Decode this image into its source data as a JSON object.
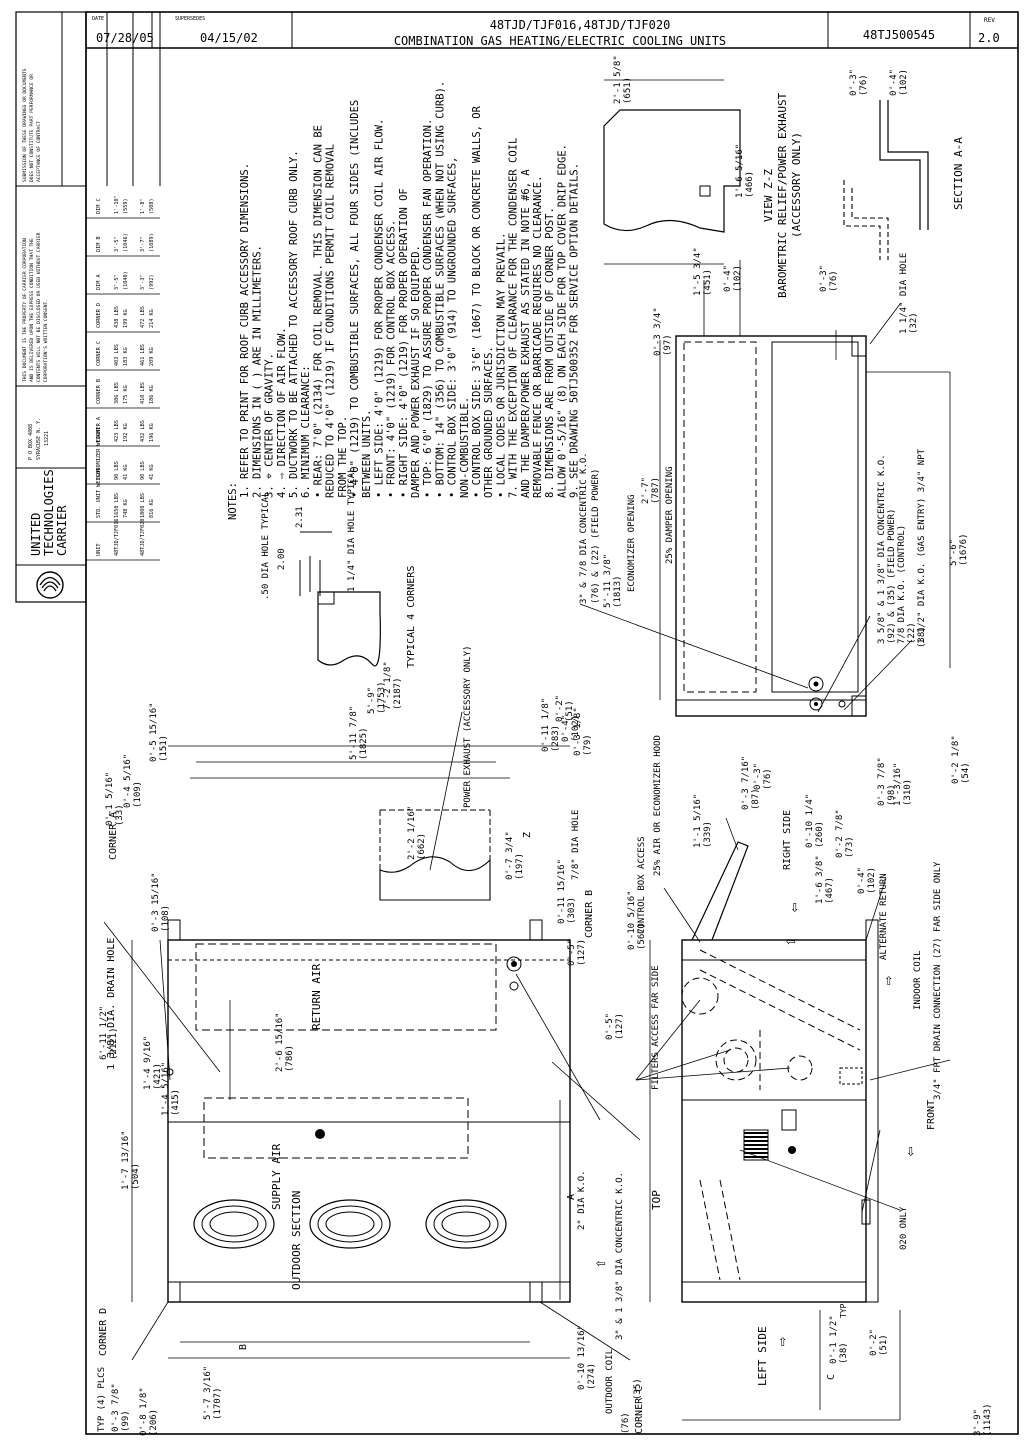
{
  "title_block": {
    "date_label": "DATE",
    "date": "07/28/05",
    "supersedes_label": "SUPERSEDES",
    "supersedes": "04/15/02",
    "model": "48TJD/TJF016,48TJD/TJF020",
    "description": "COMBINATION GAS HEATING/ELECTRIC COOLING UNITS",
    "drawing_no": "48TJ500545",
    "rev_label": "REV",
    "rev": "2.0"
  },
  "company": {
    "name_line1": "UNITED",
    "name_line2": "TECHNOLOGIES",
    "name_line3": "CARRIER",
    "address1": "P O BOX 4808",
    "address2": "SYRACUSE N. Y.",
    "address3": "13221",
    "notice1": [
      "THIS DOCUMENT IS THE PROPERTY OF CARRIER CORPORATION",
      "AND IS DELIVERED UPON THE EXPRESS CONDITION THAT THE",
      "CONTENTS WILL NOT BE DISCLOSED OR USED WITHOUT CARRIER",
      "CORPORATION'S WRITTEN CONSENT."
    ],
    "notice2": [
      "SUBMISSION OF THESE DRAWINGS OR DOCUMENTS",
      "DOES NOT CONSTITUTE PART PERFORMANCE OR",
      "ACCEPTANCE OF CONTRACT"
    ]
  },
  "weight_table": {
    "headers": [
      "UNIT",
      "STD. UNIT WEIGHT",
      "ECONOMIZER WEIGHT",
      "CORNER A",
      "CORNER B",
      "CORNER C",
      "CORNER D",
      "DIM A",
      "DIM B",
      "DIM C"
    ],
    "rows": [
      [
        "48TJD/TJF016",
        "1650 LBS / 748 KG",
        "90 LBS / 41 KG",
        "423 LBS / 192 KG",
        "386 LBS / 175 KG",
        "403 LBS / 183 KG",
        "438 LBS / 199 KG",
        "3'-5\" / (1040)",
        "3'-5\" / (1046)",
        "1'-10\" / (559)"
      ],
      [
        "48TJD/TJF020",
        "1800 LBS / 816 KG",
        "90 LBS / 41 KG",
        "432 LBS / 196 KG",
        "410 LBS / 186 KG",
        "461 LBS / 209 KG",
        "472 LBS / 214 KG",
        "3'-3\" / (992)",
        "3'-7\" / (1089)",
        "1'-8\" / (508)"
      ]
    ]
  },
  "notes": [
    "NOTES:",
    "1. REFER TO PRINT FOR ROOF CURB ACCESSORY DIMENSIONS.",
    "2. DIMENSIONS IN ( ) ARE IN MILLIMETERS.",
    "3. ⌖ CENTER OF GRAVITY.",
    "4. ⇨ DIRECTION OF AIR FLOW.",
    "5. DUCTWORK TO BE ATTACHED TO ACCESSORY ROOF CURB ONLY.",
    "6. MINIMUM CLEARANCE:",
    "• REAR: 7'0\" (2134) FOR COIL REMOVAL.  THIS DIMENSION CAN BE",
    "   REDUCED TO 4'0\" (1219) IF CONDITIONS PERMIT COIL REMOVAL",
    "   FROM THE TOP.",
    "• 4'0\" (1219) TO COMBUSTIBLE SURFACES, ALL FOUR SIDES (INCLUDES",
    "   BETWEEN UNITS.",
    "• LEFT SIDE: 4'0\" (1219) FOR PROPER CONDENSER COIL AIR FLOW.",
    "• FRONT: 4'0\" (1219) FOR CONTROL BOX ACCESS.",
    "• RIGHT SIDE: 4'0\" (1219) FOR PROPER OPERATION OF",
    "   DAMPER AND POWER EXHAUST IF SO EQUIPPED.",
    "• TOP: 6'0\" (1829) TO ASSURE PROPER CONDENSER FAN OPERATION.",
    "• BOTTOM: 14\" (356) TO COMBUSTIBLE SURFACES (WHEN NOT USING CURB).",
    "• CONTROL BOX SIDE: 3'0\" (914) TO UNGROUNDED SURFACES,",
    "   NON-COMBUSTIBLE.",
    "• CONTROL BOX SIDE: 3'6\" (1067) TO BLOCK OR CONCRETE WALLS, OR",
    "   OTHER GROUNDED SURFACES.",
    "• LOCAL CODES OR JURISDICTION MAY PREVAIL.",
    "7. WITH THE EXCEPTION OF CLEARANCE FOR THE CONDENSER COIL",
    "   AND THE DAMPER/POWER EXHAUST AS STATED IN NOTE #6, A",
    "   REMOVABLE FENCE OR BARRICADE REQUIRES NO CLEARANCE.",
    "8. DIMENSIONS ARE FROM OUTSIDE OF CORNER POST.",
    "   ALLOW 0'-5/16\" (8) ON EACH SIDE FOR TOP COVER DRIP EDGE.",
    "9. SEE DRAWING 50TJ500352 FOR SERVICE OPTION DETAILS."
  ],
  "top_view": {
    "dims": [
      "0'-5 15/16\"",
      "(151)",
      "0'-4 5/16\"",
      "(109)",
      "0'-1 5/16\"",
      "(33)",
      "0'-3 15/16\"",
      "(108)",
      "7'-2 1/8\"",
      "(2187)",
      "5'-11 7/8\"",
      "(1825)",
      "5'-9\"",
      "(1753)",
      "2'-2 1/16\"",
      "(662)",
      "0'-11 1/8\"",
      "(283)",
      "0'-7 3/4\"",
      "(197)",
      "0'-11 15/16\"",
      "(303)",
      "0'-5\"",
      "(127)",
      "0'-3 1/8\"",
      "(79)",
      "0'-4\"",
      "(102)",
      "6'-11 1/2\"",
      "(2121)",
      "1'-4 9/16\"",
      "(421)",
      "1'-4 5/16\"",
      "(415)",
      "1'-7 13/16\"",
      "(504)",
      "2'-6 15/16\"",
      "(786)",
      "0'-5\"",
      "(127)",
      "5'-7 3/16\"",
      "(1707)",
      "0'-10 13/16\"",
      "(274)",
      "0'-8 1/8\"",
      "(206)",
      "0'-3 7/8\"",
      "(99)"
    ],
    "labels": {
      "corner_a": "CORNER A",
      "corner_b": "CORNER B",
      "corner_c": "CORNER C",
      "corner_d": "CORNER D",
      "drain_hole": "1 3/8\" DIA. DRAIN HOLE",
      "return_air": "RETURN AIR",
      "supply_air": "SUPPLY AIR",
      "outdoor_section": "OUTDOOR SECTION",
      "power_exhaust": "POWER EXHAUST (ACCESSORY ONLY)",
      "hole_78": "7/8\" DIA HOLE",
      "ko_2": "2\" DIA K.O.",
      "ko_concentric": "3\" & 1 3/8\" DIA CONCENTRIC K.O.",
      "ko_76": "(76)",
      "ko_35": "(35)",
      "outdoor_coil": "OUTDOOR COIL",
      "typ_plcs": "TYP (4) PLCS",
      "top": "TOP",
      "dim_a": "A",
      "dim_b": "B",
      "dim_z": "Z"
    }
  },
  "corner_detail": {
    "hole_50": ".50 DIA HOLE TYPICAL",
    "hole_114": "1 1/4\" DIA HOLE TYPICAL",
    "dim_200": "2.00",
    "dim_231": "2.31",
    "caption": "TYPICAL 4 CORNERS"
  },
  "left_view": {
    "dims": [
      "0'-10 5/16\"",
      "(567)",
      "1'-1 5/16\"",
      "(339)",
      "0'-3 7/16\"",
      "(87)",
      "0'-3\"",
      "(76)",
      "0'-10 1/4\"",
      "(260)",
      "1'-6 3/8\"",
      "(467)",
      "0'-2 7/8\"",
      "(73)",
      "0'-3 7/8\"",
      "(98)",
      "1'-3/16\"",
      "(310)",
      "0'-4\"",
      "(102)",
      "0'-2 1/8\"",
      "(54)",
      "0'-1 1/2\"",
      "(38)",
      "0'-2\"",
      "(51)",
      "3'-9\"",
      "(1143)"
    ],
    "labels": {
      "control_box": "CONTROL BOX ACCESS",
      "hood": "25% AIR OR ECONOMIZER HOOD",
      "right_side": "RIGHT SIDE",
      "alternate_return": "ALTERNATE RETURN",
      "indoor_coil": "INDOOR COIL",
      "drain_conn": "3/4\" FPT DRAIN CONNECTION (27) FAR SIDE ONLY",
      "filters": "FILTERS ACCESS FAR SIDE",
      "front": "FRONT",
      "only_020": "020 ONLY",
      "left_side": "LEFT SIDE",
      "typ": "TYP",
      "c": "C"
    }
  },
  "right_view": {
    "dims": [
      "0'-2\"",
      "(51)",
      "5'-11 3/8\"",
      "(1813)",
      "2'-7\"",
      "(787)",
      "0'-3 3/4\"",
      "(97)",
      "1'-5 3/4\"",
      "(451)",
      "0'-4\"",
      "(102)",
      "5'-6\"",
      "(1676)",
      "(38)"
    ],
    "labels": {
      "ko_3": "3\" & 7/8 DIA CONCENTRIC K.O.",
      "ko_3b": "(76) & (22) (FIELD POWER)",
      "economizer_opening": "ECONOMIZER OPENING",
      "damper_opening": "25% DAMPER OPENING",
      "ko_358": "3 5/8\" & 1 3/8\" DIA CONCENTRIC K.O.",
      "ko_358b": "(92) & (35) (FIELD POWER)",
      "ko_78": "7/8 DIA K.O. (CONTROL)",
      "ko_78b": "(22)",
      "ko_112": "1 1/2\" DIA K.O. (GAS ENTRY) 3/4\" NPT",
      "hole_114": "1 1/4\" DIA HOLE",
      "hole_114b": "(32)"
    }
  },
  "view_zz": {
    "dims": [
      "2'-1 5/8\"",
      "(651)",
      "1'-6 5/16\"",
      "(466)"
    ],
    "title": "VIEW Z-Z",
    "subtitle1": "BAROMETRIC RELIEF/POWER EXHAUST",
    "subtitle2": "(ACCESSORY ONLY)"
  },
  "section_aa": {
    "dims": [
      "0'-3\"",
      "(76)",
      "0'-4\"",
      "(102)",
      "0'-3\"",
      "(76)"
    ],
    "title": "SECTION A-A"
  }
}
